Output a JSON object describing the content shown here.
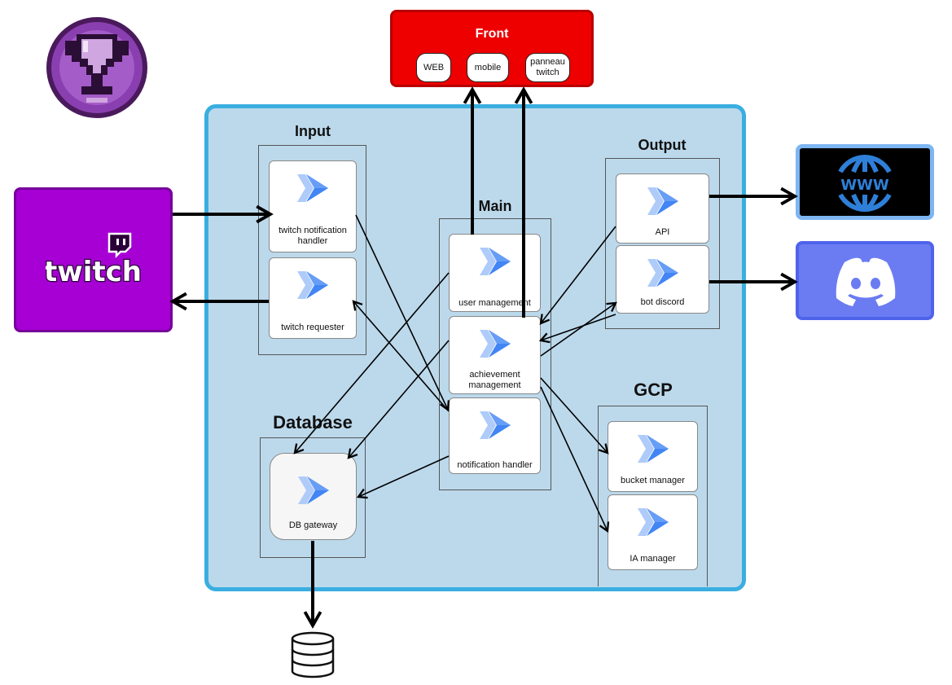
{
  "groups": {
    "input": "Input",
    "main": "Main",
    "output": "Output",
    "gcp": "GCP",
    "database": "Database",
    "front": "Front"
  },
  "services": {
    "twitch_notification_handler": "twitch notification handler",
    "twitch_requester": "twitch requester",
    "user_management": "user management",
    "achievement_management": "achievement management",
    "notification_handler": "notification handler",
    "api": "API",
    "bot_discord": "bot discord",
    "bucket_manager": "bucket manager",
    "ia_manager": "IA manager",
    "db_gateway": "DB gateway"
  },
  "front_clients": {
    "web": "WEB",
    "mobile": "mobile",
    "panneau_twitch": "panneau twitch"
  },
  "external": {
    "twitch_logo_text": "twitch",
    "www_text": "WWW"
  },
  "icons": [
    "trophy-badge-icon",
    "cloud-run-icon",
    "twitch-logo-icon",
    "globe-www-icon",
    "discord-logo-icon",
    "database-icon"
  ],
  "colors": {
    "system_fill": "#bcd9ec",
    "system_border": "#3aaee0",
    "front": "#ee0000",
    "twitch": "#a600d4",
    "discord": "#6b7cf2",
    "www_border": "#7db6f2",
    "cloud_run_blue": "#4285f4"
  }
}
